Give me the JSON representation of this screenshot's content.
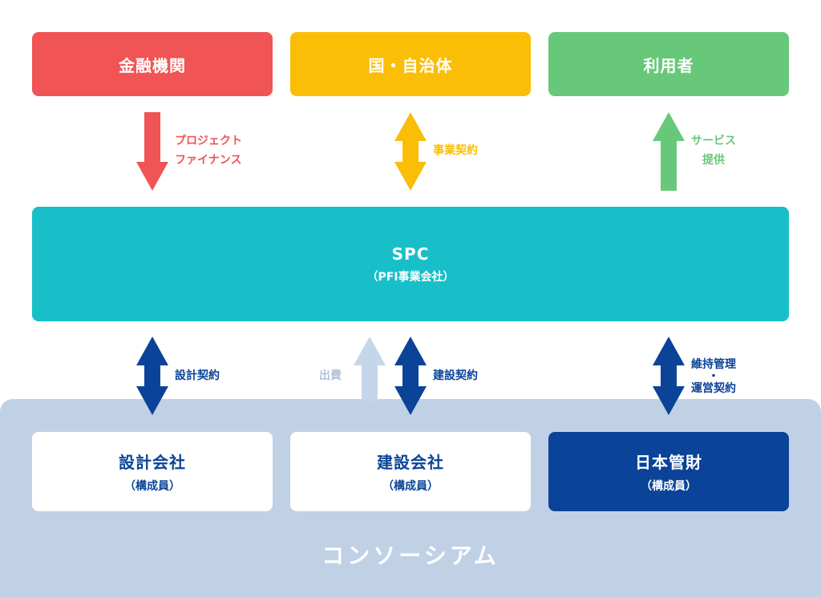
{
  "colors": {
    "red": "#f05454",
    "yellow": "#fbbe07",
    "green": "#68c879",
    "teal": "#18bfc9",
    "navy": "#0a4398",
    "light_blue": "#c0d1e6",
    "pale_arrow": "#c6d6ea"
  },
  "top": {
    "finance": "金融機関",
    "government": "国・自治体",
    "users": "利用者"
  },
  "top_arrows": {
    "finance_label": [
      "プロジェクト",
      "ファイナンス"
    ],
    "government_label": "事業契約",
    "users_label": [
      "サービス",
      "提供"
    ]
  },
  "spc": {
    "title": "SPC",
    "subtitle": "（PFI事業会社）"
  },
  "bottom_arrows": {
    "design_label": "設計契約",
    "investment_label": "出費",
    "construction_label": "建設契約",
    "maintenance_label": [
      "維持管理",
      "・",
      "運営契約"
    ]
  },
  "consortium": {
    "label": "コンソーシアム",
    "members": [
      {
        "title": "設計会社",
        "subtitle": "（構成員）"
      },
      {
        "title": "建設会社",
        "subtitle": "（構成員）"
      },
      {
        "title": "日本管財",
        "subtitle": "（構成員）"
      }
    ]
  }
}
